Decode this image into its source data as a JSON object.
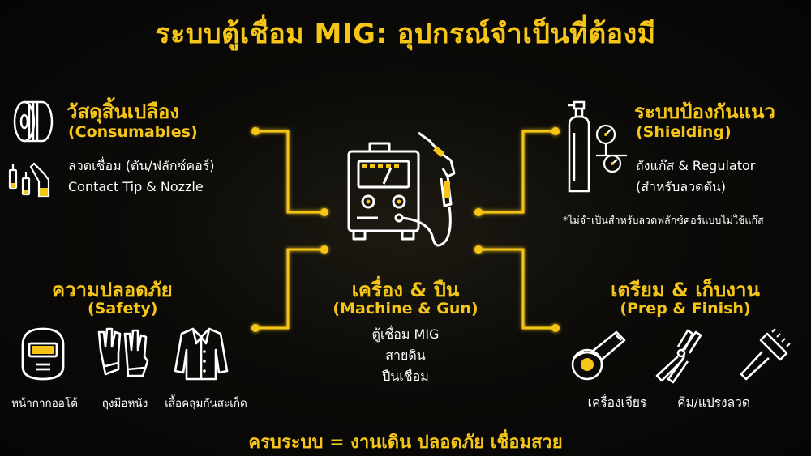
{
  "title": "ระบบตู้เชื่อม MIG: อุปกรณ์จำเป็นที่ต้องมี",
  "consumables": {
    "title_th": "วัสดุสิ้นเปลือง",
    "title_en": "(Consumables)",
    "items": [
      "ลวดเชื่อม (ตัน/ฟลักซ์คอร์)",
      "Contact Tip & Nozzle"
    ]
  },
  "shielding": {
    "title_th": "ระบบป้องกันแนว",
    "title_en": "(Shielding)",
    "items": [
      "ถังแก๊ส & Regulator",
      "(สำหรับลวดตัน)"
    ],
    "note": "*ไม่จำเป็นสำหรับลวดฟลักซ์คอร์แบบไม่ใช้แก๊ส"
  },
  "safety": {
    "title_th": "ความปลอดภัย",
    "title_en": "(Safety)",
    "items": [
      "หน้ากากออโต้",
      "ถุงมือหนัง",
      "เสื้อคลุมกันสะเก็ด"
    ]
  },
  "machine": {
    "title_th": "เครื่อง & ปืน",
    "title_en": "(Machine & Gun)",
    "items": [
      "ตู้เชื่อม MIG",
      "สายดิน",
      "ปืนเชื่อม"
    ]
  },
  "prep": {
    "title_th": "เตรียม & เก็บงาน",
    "title_en": "(Prep & Finish)",
    "items": [
      "เครื่องเจียร",
      "คีม/แปรงลวด"
    ]
  },
  "footer": "ครบระบบ = งานเดิน ปลอดภัย เชื่อมสวย",
  "colors": {
    "accent": "#f5c518",
    "text": "#ffffff",
    "background": "#0a0a0a"
  },
  "icons": [
    "wire-spool-icon",
    "nozzle-tips-icon",
    "gas-cylinder-icon",
    "regulator-icon",
    "welder-machine-icon",
    "mig-gun-icon",
    "welding-helmet-icon",
    "gloves-icon",
    "jacket-icon",
    "angle-grinder-icon",
    "pliers-icon",
    "wire-brush-icon"
  ]
}
